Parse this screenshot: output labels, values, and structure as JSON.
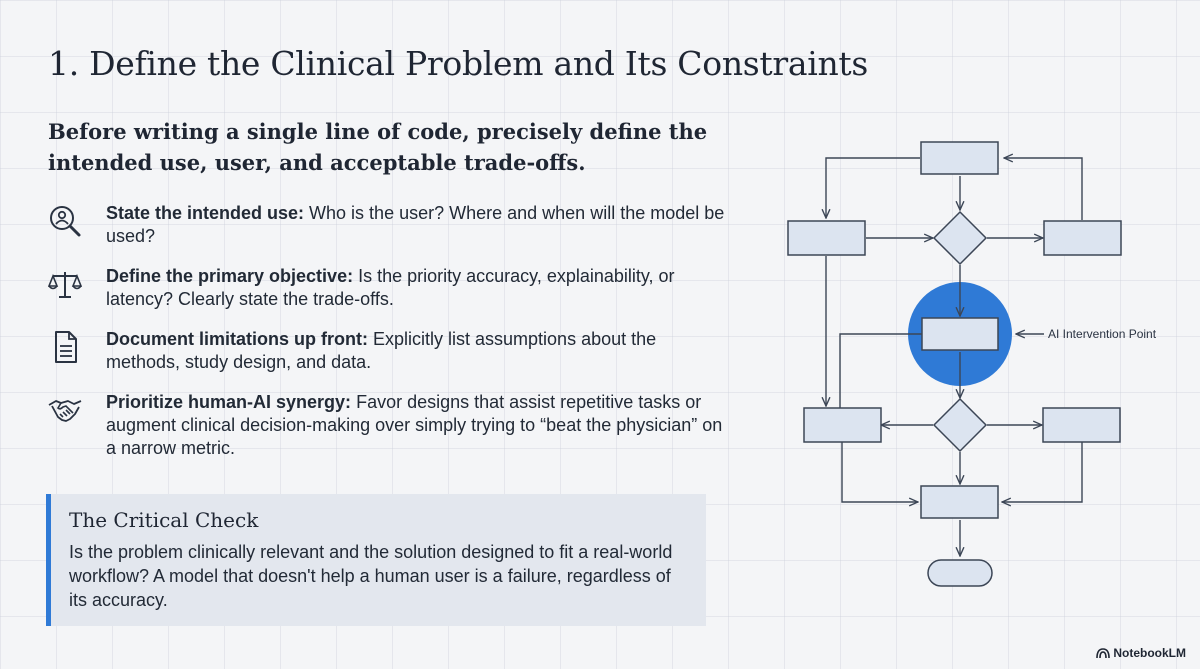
{
  "slide": {
    "title": "1. Define the Clinical Problem and Its Constraints",
    "subtitle": "Before writing a single line of code, precisely define the intended use, user, and acceptable trade-offs."
  },
  "items": [
    {
      "icon": "magnifier-person-icon",
      "label": "State the intended use:",
      "text": "Who is the user? Where and when will the model be used?"
    },
    {
      "icon": "balance-scale-icon",
      "label": "Define the primary objective:",
      "text": "Is the priority accuracy, explainability, or latency? Clearly state the trade-offs."
    },
    {
      "icon": "document-icon",
      "label": "Document limitations up front:",
      "text": "Explicitly list assumptions about the methods, study design, and data."
    },
    {
      "icon": "handshake-icon",
      "label": "Prioritize human-AI synergy:",
      "text": "Favor designs that assist repetitive tasks or augment clinical decision-making over simply trying to “beat the physician” on a narrow metric."
    }
  ],
  "callout": {
    "title": "The Critical Check",
    "body": "Is the problem clinically relevant and the solution designed to fit a real-world workflow? A model that doesn't help a human user is a failure, regardless of its accuracy."
  },
  "diagram": {
    "annotation": "AI Intervention Point",
    "colors": {
      "highlight": "#2f7ad6",
      "node_fill": "#dce4f0",
      "node_stroke": "#3c4656",
      "accent_bar": "#2f7ad6"
    }
  },
  "brand": {
    "name": "NotebookLM"
  }
}
